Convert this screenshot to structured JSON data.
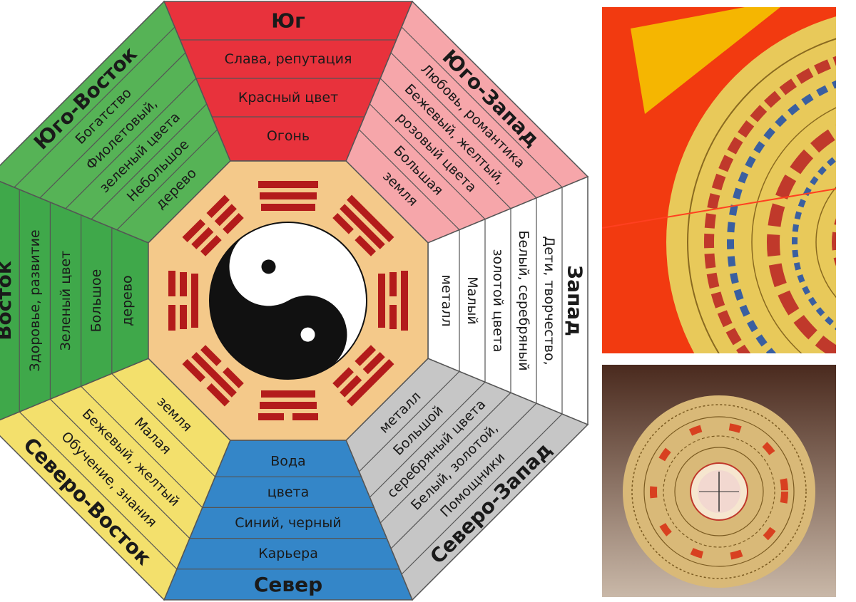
{
  "sectors": [
    {
      "id": "south",
      "color": "#e8323c",
      "title": "Юг",
      "lines": [
        "Слава, репутация",
        "Красный цвет",
        "Огонь"
      ]
    },
    {
      "id": "southwest",
      "color": "#f6a6aa",
      "title": "Юго-Запад",
      "lines": [
        "Любовь, романтика",
        "Бежевый, желтый,",
        "розовый цвета",
        "Большая",
        "земля"
      ]
    },
    {
      "id": "west",
      "color": "#ffffff",
      "title": "Запад",
      "lines": [
        "Дети, творчество,",
        "Белый, серебряный",
        "золотой цвета",
        "Малый",
        "металл"
      ]
    },
    {
      "id": "northwest",
      "color": "#c6c6c6",
      "title": "Северо-Запад",
      "lines": [
        "Помощники",
        "Белый, золотой,",
        "серебряный цвета",
        "Большой",
        "металл"
      ]
    },
    {
      "id": "north",
      "color": "#3486c8",
      "title": "Север",
      "lines": [
        "Карьера",
        "Синий, черный",
        "цвета",
        "Вода"
      ]
    },
    {
      "id": "northeast",
      "color": "#f3e06c",
      "title": "Северо-Восток",
      "lines": [
        "Обучение, знания",
        "Бежевый, желтый",
        "Малая",
        "земля"
      ]
    },
    {
      "id": "east",
      "color": "#3fa84a",
      "title": "Восток",
      "lines": [
        "Здоровье, развитие",
        "Зеленый цвет",
        "Большое",
        "дерево"
      ]
    },
    {
      "id": "southeast",
      "color": "#56b356",
      "title": "Юго-Восток",
      "lines": [
        "Богатство",
        "Фиолетовый,",
        "зеленый цвета",
        "Небольшое",
        "дерево"
      ]
    }
  ],
  "colors": {
    "trigram": "#b31b1b",
    "center_ring": "#f4c98a",
    "outline": "#555555"
  },
  "photos": [
    {
      "name": "luopan-compass-closeup-photo"
    },
    {
      "name": "luopan-compass-gold-photo"
    }
  ]
}
